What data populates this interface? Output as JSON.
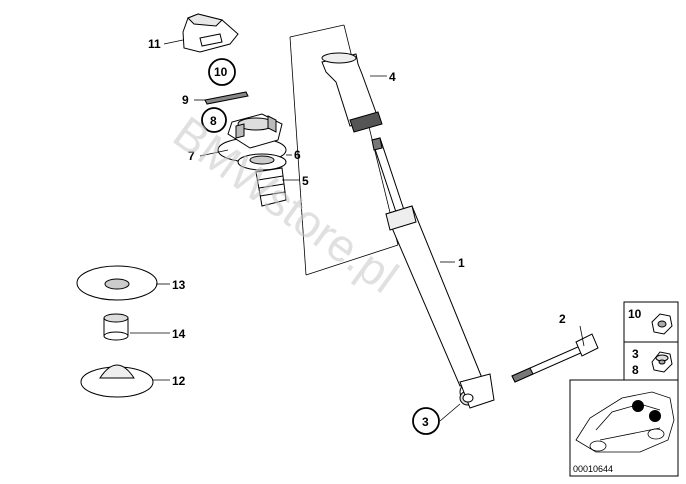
{
  "watermark": "BMWstore.pl",
  "callouts": {
    "c1": "1",
    "c2": "2",
    "c3": "3",
    "c4": "4",
    "c5": "5",
    "c6": "6",
    "c7": "7",
    "c8": "8",
    "c9": "9",
    "c10": "10",
    "c11": "11",
    "c12": "12",
    "c13": "13",
    "c14": "14"
  },
  "legend": {
    "top_label": "10",
    "bottom_label_a": "3",
    "bottom_label_b": "8"
  },
  "diagram_number": "00010644",
  "colors": {
    "line": "#000000",
    "watermark": "#c8c8c8",
    "paper": "#ffffff"
  }
}
